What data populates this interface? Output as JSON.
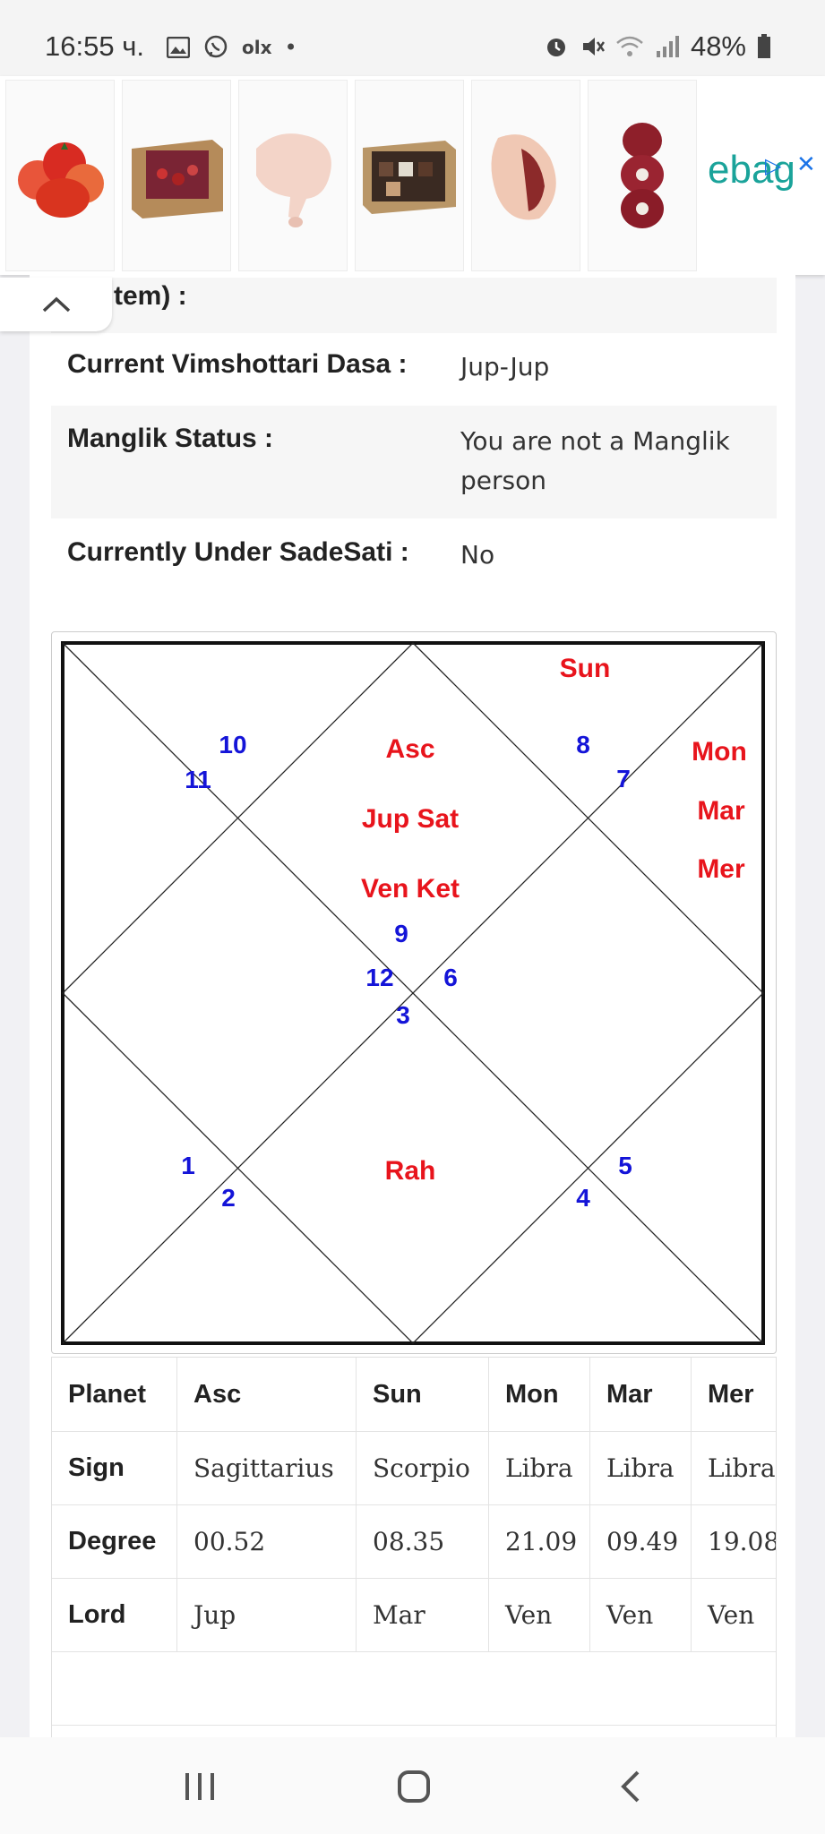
{
  "status_bar": {
    "time": "16:55 ч.",
    "battery": "48%",
    "olx": "olx"
  },
  "ad": {
    "brand": "ebag",
    "cards": [
      "tomatoes",
      "box-produce",
      "chicken-leg",
      "box-chocolates",
      "duck-breast",
      "beef-shank"
    ]
  },
  "section_partial_label": "tem) :",
  "info": {
    "dasa_label": "Current Vimshottari Dasa :",
    "dasa_value": "Jup-Jup",
    "manglik_label": "Manglik Status :",
    "manglik_value": "You are not a Manglik person",
    "sadesati_label": "Currently Under SadeSati :",
    "sadesati_value": "No"
  },
  "chart": {
    "planets": {
      "top_right": "Sun",
      "center_top_1": "Asc",
      "center_top_2": "Jup Sat",
      "center_top_3": "Ven Ket",
      "right_1": "Mon",
      "right_2": "Mar",
      "right_3": "Mer",
      "center_bottom": "Rah"
    },
    "houses": {
      "h10": "10",
      "h11": "11",
      "h8": "8",
      "h7": "7",
      "h9": "9",
      "h12": "12",
      "h6": "6",
      "h3": "3",
      "h1": "1",
      "h2": "2",
      "h5": "5",
      "h4": "4"
    },
    "colors": {
      "planet": "#e8141c",
      "house": "#1414d8",
      "line": "#222222"
    }
  },
  "table": {
    "headers": [
      "Planet",
      "Asc",
      "Sun",
      "Mon",
      "Mar",
      "Mer"
    ],
    "rows": [
      {
        "label": "Sign",
        "values": [
          "Sagittarius",
          "Scorpio",
          "Libra",
          "Libra",
          "Libra"
        ]
      },
      {
        "label": "Degree",
        "values": [
          "00.52",
          "08.35",
          "21.09",
          "09.49",
          "19.08"
        ]
      },
      {
        "label": "Lord",
        "values": [
          "Jup",
          "Mar",
          "Ven",
          "Ven",
          "Ven"
        ]
      }
    ]
  }
}
